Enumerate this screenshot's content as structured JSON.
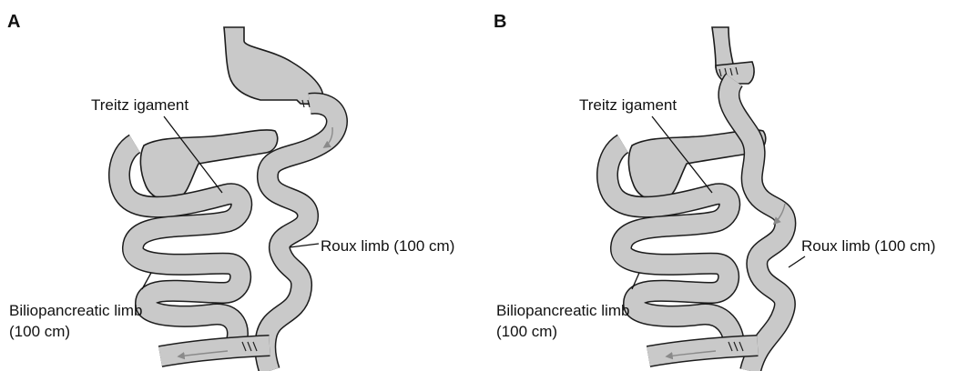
{
  "panels": [
    {
      "label": "A",
      "treitz_label": "Treitz igament",
      "roux_label": "Roux limb (100 cm)",
      "bp_label_line1": "Biliopancreatic limb",
      "bp_label_line2": "(100 cm)"
    },
    {
      "label": "B",
      "treitz_label": "Treitz igament",
      "roux_label": "Roux limb (100 cm)",
      "bp_label_line1": "Biliopancreatic limb",
      "bp_label_line2": "(100 cm)"
    }
  ],
  "colors": {
    "tissue_fill": "#c9c9c9",
    "outline": "#1c1c1c",
    "flow_arrow": "#8a8a8a"
  }
}
